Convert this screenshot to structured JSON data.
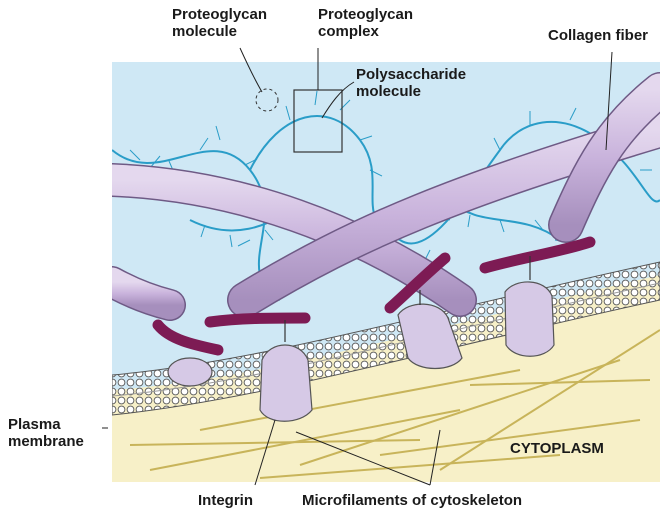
{
  "labels": {
    "proteoglycan_molecule": [
      "Proteoglycan",
      "molecule"
    ],
    "proteoglycan_complex": [
      "Proteoglycan",
      "complex"
    ],
    "polysaccharide_molecule": [
      "Polysaccharide",
      "molecule"
    ],
    "collagen_fiber": "Collagen fiber",
    "plasma_membrane": [
      "Plasma",
      "membrane"
    ],
    "cytoplasm": "CYTOPLASM",
    "integrin": "Integrin",
    "microfilaments": "Microfilaments of cytoskeleton"
  },
  "colors": {
    "ecm": "#cfe8f5",
    "cytoplasm": "#f7f0c8",
    "polysaccharide": "#2a9dc8",
    "collagen": "#c9b3dc",
    "collagen_edge": "#6e5a85",
    "fibronectin": "#7d1b54",
    "integrin": "#d6c9e6",
    "microfilament": "#c8b45a"
  }
}
